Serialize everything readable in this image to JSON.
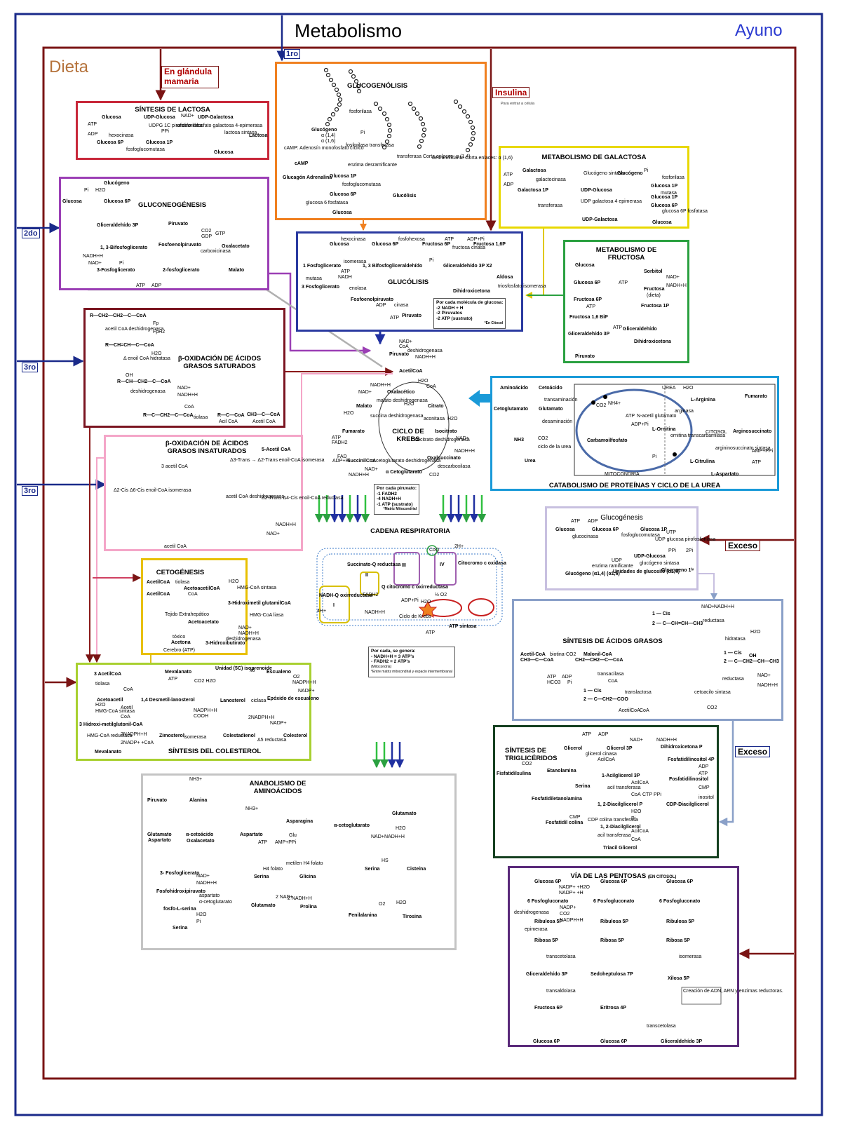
{
  "header": {
    "title": "Metabolismo",
    "diet_label": "Dieta",
    "fasting_label": "Ayuno",
    "colors": {
      "fasting_frame": "#1a2a8a",
      "diet_frame": "#7a1414",
      "diet_text": "#b5733c",
      "fasting_text": "#2a3ad0"
    }
  },
  "tags": {
    "mammary": "En glándula mamaria",
    "insulin": "Insulina",
    "insulin_note": "Para entrar a célula",
    "excess_1": "Exceso",
    "excess_2": "Exceso",
    "step_1": "1ro",
    "step_2": "2do",
    "step_3a": "3ro",
    "step_3b": "3ro"
  },
  "panels": {
    "lactose": {
      "title": "SÍNTESIS DE LACTOSA",
      "labels": [
        "Glucosa",
        "UDP-Glucosa",
        "UDP-Galactosa",
        "ATP",
        "ADP",
        "hexocinasa",
        "UDPG 1C pirofosforilasa",
        "PPi",
        "uridina difosfato galactosa 4-epimerasa",
        "Glucosa 6P",
        "Glucosa 1P",
        "fosfoglucomutasa",
        "lactosa sintasa",
        "Lactosa",
        "Glucosa",
        "NAD+"
      ]
    },
    "glycogenolysis": {
      "title": "GLUCOGENÓLISIS",
      "labels": [
        "fosforilasa",
        "Glucógeno",
        "α (1,4)",
        "α (1,6)",
        "Pi",
        "fosforilasa transferasa",
        "cAMP: Adenosín monofosfato cíclico",
        "transferasa Corta enlaces: α (1,4)",
        "desramificante Corta enlaces: α (1,6)",
        "cAMP",
        "enzima desramificante",
        "Glucagón Adrenalina",
        "Glucosa 1P",
        "fosfoglucomutasa",
        "Glucosa 6P",
        "Glucólisis",
        "glucosa 6 fosfatasa",
        "Glucosa"
      ]
    },
    "galactose": {
      "title": "METABOLISMO DE GALACTOSA",
      "labels": [
        "Galactosa",
        "ATP",
        "galactocinasa",
        "ADP",
        "Galactosa 1P",
        "Glucógeno sintasa",
        "Glucógeno",
        "Pi",
        "fosforilasa",
        "Glucosa 1P",
        "UDP-Glucosa",
        "UDP galactosa 4 epimerasa",
        "transferasa",
        "Glucosa 1P",
        "mutasa",
        "Glucosa 6P",
        "glucosa 6P fosfatasa",
        "UDP-Galactosa",
        "Glucosa"
      ]
    },
    "gluconeogenesis": {
      "title": "GLUCONEOGÉNESIS",
      "labels": [
        "Glucógeno",
        "Glucosa",
        "Pi",
        "H2O",
        "Glucosa 6P",
        "Gliceraldehído 3P",
        "Piruvato",
        "CO2",
        "GTP",
        "GDP",
        "1, 3-Bifosfoglicerato",
        "Fosfoenolpiruvato",
        "Oxalacetato",
        "carboxicinasa",
        "NADH+H",
        "NAD+",
        "Pi",
        "3-Fosfoglicerato",
        "2-fosfoglicerato",
        "Malato",
        "ATP",
        "ADP"
      ]
    },
    "glycolysis": {
      "title": "GLUCÓLISIS",
      "labels": [
        "hexocinasa",
        "Glucosa",
        "Glucosa 6P",
        "fosfohexosa",
        "Fructosa 6P",
        "Fructosa 1,6P",
        "ATP",
        "ADP+Pi",
        "fructosa cinasa",
        "isomerasa",
        "1 Fosfoglicerato",
        "1, 3 Bifosfogliceraldehído",
        "Gliceraldehído 3P X2",
        "Pi",
        "ATP",
        "NADH",
        "Aldosa",
        "triosfosfato isomerasa",
        "mutasa",
        "3 Fosfoglicerato",
        "enolasa",
        "Dihidroxicetona",
        "Fosfoenolpiruvato",
        "ADP",
        "cinasa",
        "ATP",
        "Piruvato"
      ],
      "note": [
        "Por cada molécula de glucosa:",
        "-2 NADH + H",
        "-2 Piruvatos",
        "-2 ATP (sustrato)",
        "*En Citosol"
      ]
    },
    "fructose": {
      "title": "METABOLISMO DE FRUCTOSA",
      "labels": [
        "Glucosa",
        "Sorbitol",
        "NAD+",
        "NADH+H",
        "Glucosa 6P",
        "ATP",
        "Fructosa",
        "(dieta)",
        "Fructosa 6P",
        "ATP",
        "Fructosa 1P",
        "Fructosa 1,6 BiP",
        "ATP",
        "Gliceraldehído",
        "Gliceraldehído 3P",
        "Dihidroxicetona",
        "Piruvato"
      ]
    },
    "beta_ox_sat": {
      "title": "β-OXIDACIÓN DE ÁCIDOS GRASOS SATURADOS",
      "labels": [
        "R—CH2—CH2—C—CoA",
        "acetil CoA deshidrogenasa",
        "Fp",
        "FpH2",
        "R—CH=CH—C—CoA",
        "H2O",
        "Δ enoil CoA hidratasa",
        "OH",
        "R—CH—CH2—C—CoA",
        "NAD+",
        "deshidrogenasa",
        "NADH+H",
        "CoA",
        "R—C—CH2—C—CoA",
        "tiolasa",
        "R—C—CoA",
        "Acil CoA",
        "CH3—C—CoA",
        "Acetil CoA"
      ]
    },
    "krebs": {
      "title": "CICLO DE KREBS",
      "labels": [
        "Piruvato",
        "NAD+",
        "CoA",
        "deshidrogenasa",
        "NADH+H",
        "AcetilCoA",
        "NADH+H",
        "NAD+",
        "H2O",
        "CoA",
        "Oxalacético",
        "malato deshidrogenasa",
        "H2O",
        "Citrato",
        "Malato",
        "H2O",
        "succina deshidrogenasa",
        "aconitasa",
        "H2O",
        "Fumarato",
        "Isocitrato",
        "ATP",
        "FADH2",
        "isocitrato deshidrogenasa",
        "NAD+",
        "NADH+H",
        "FAD",
        "ADP+Pi",
        "SuccinilCoA",
        "α cetoglutarato deshidrogenasa",
        "Oxalsuccinato",
        "NADH+H",
        "NAD+",
        "α Cetoglutarato",
        "CO2",
        "descarboxilasa"
      ],
      "note": [
        "Por cada piruvato:",
        "-1 FADH2",
        "-4 NADH+H",
        "-1 ATP (sustrato)",
        "*Matriz Mitocondrial"
      ]
    },
    "urea": {
      "title": "CATABOLISMO DE PROTEÍNAS Y CICLO DE LA UREA",
      "labels": [
        "Aminoácido",
        "Cetoácido",
        "transaminación",
        "Cetoglutamato",
        "Glutamato",
        "desaminación",
        "NH3",
        "CO2",
        "ciclo de la urea",
        "Urea",
        "UREA",
        "H2O",
        "Fumarato",
        "L-Arginina",
        "arginasa",
        "CO2",
        "NH4+",
        "ATP",
        "N-acetil glutamato",
        "ADP+Pi",
        "L-Ornitina",
        "ornitina transcarbamilasa",
        "CITOSOL",
        "Arginosuccinato",
        "Carbamoilfosfato",
        "argininosuccinato sintasa",
        "AMP+PPi",
        "Pi",
        "L-Citrulina",
        "ATP",
        "MITOCONDRIA",
        "L-Aspartato"
      ]
    },
    "beta_ox_insat": {
      "title": "β-OXIDACIÓN DE ÁCIDOS GRASOS INSATURADOS",
      "labels": [
        "5-Acetil CoA",
        "Δ3-Trans → Δ2-Trans enoil-CoA isomerasa",
        "3 acetil CoA",
        "Δ2-Cis Δ6-Cis enoil-CoA isomerasa",
        "acetil CoA deshidrogenasa",
        "Δ2-Trans Δ4-Cis enoil-CoA reductasa",
        "NADH+H",
        "NAD+",
        "acetil CoA"
      ]
    },
    "respiratory": {
      "title": "CADENA RESPIRATORIA",
      "labels": [
        "Succinato-Q reductasa",
        "II",
        "III",
        "IV",
        "Citocromo c oxidasa",
        "CoQ",
        "Q citocromo c oxirreductasa",
        "FADH2",
        "½ O2",
        "H2O",
        "NADH-Q oxirreductasa",
        "I",
        "ADP+Pi",
        "NADH+H",
        "Ciclo de Krebs",
        "ATP",
        "ATP sintasa",
        "4H+",
        "2H+"
      ],
      "note": [
        "Por cada, se genera:",
        "- NADH+H = 3 ATP's",
        "- FADH2 = 2 ATP's",
        "(Mitocondria)",
        "*Entre matriz mitocondrial y espacio intermembranal"
      ]
    },
    "glycogenesis": {
      "title": "Glucogénesis",
      "labels": [
        "ATP",
        "ADP",
        "Glucosa",
        "Glucosa 6P",
        "Glucosa 1P",
        "glucocinasa",
        "fosfoglucomutasa",
        "UTP",
        "UDP glucosa pirofosforilasa",
        "PPi",
        "2Pi",
        "UDP",
        "UDP-Glucosa",
        "enzima ramificante",
        "glucógeno sintasa",
        "Glucógeno (α1,4) (α1,6)",
        "Unidades de glucosilo (α1,4)",
        "Glucogeno 1ᴵᵛ"
      ]
    },
    "ketogenesis": {
      "title": "CETOGÉNESIS",
      "labels": [
        "AcetilCoA",
        "tiolasa",
        "AcetoacetilCoA",
        "AcetilCoA",
        "CoA",
        "H2O",
        "HMG-CoA sintasa",
        "3-Hidroximetil glutamilCoA",
        "HMG-CoA liasa",
        "Tejido Extrahepático",
        "Acetoacetato",
        "NAD+",
        "NADH+H",
        "deshidrogenasa",
        "tóxico",
        "Acetona",
        "3-Hidroxibutirato",
        "Cerebro (ATP)"
      ]
    },
    "fatty_synth": {
      "title": "SÍNTESIS DE ÁCIDOS GRASOS",
      "labels": [
        "NAD+",
        "NADH+H",
        "reductasa",
        "1 — Cis",
        "2 — C—CH=CH—CH3",
        "hidratasa",
        "H2O",
        "Acetil-CoA",
        "biotina-CO2",
        "Malonil-CoA",
        "CH3—C—CoA",
        "CH2—CH2—C—CoA",
        "ATP",
        "ADP",
        "HCO3",
        "Pi",
        "transacilasa",
        "CoA",
        "1 — Cis",
        "2 — C—CH2—COO",
        "translactosa",
        "AcetilCoA",
        "CoA",
        "cetoacilo sintasa",
        "CO2",
        "1 — Cis",
        "OH",
        "2 — C—CH2—CH—CH3",
        "reductasa",
        "NAD+",
        "NADH+H"
      ]
    },
    "cholesterol": {
      "title": "SÍNTESIS DEL COLESTEROL",
      "labels": [
        "3 AcetilCoA",
        "tiolasa",
        "CoA",
        "Acetoacetil",
        "H2O",
        "HMG-CoA sintasa",
        "Acetil",
        "CoA",
        "3 Hidroxi-metilglutonil-CoA",
        "HMG-CoA reductasa",
        "2NADPH+H",
        "2NADP+ +CoA",
        "Mevalanato",
        "Mevalanato",
        "ATP",
        "CO2 H2O",
        "Unidad (5C) isoprenoide",
        "x6",
        "Escualeno",
        "O2",
        "NADPH+H",
        "NADP+",
        "1,4 Desmetil-lanosterol",
        "ciclasa",
        "Lanosterol",
        "Epóxido de escualeno",
        "NADPH+H",
        "COOH",
        "Zimosterol",
        "isomerasa",
        "Colestadienol",
        "Δ5 reductasa",
        "2NADPH+H",
        "NADP+",
        "Colesterol"
      ]
    },
    "triglycerides": {
      "title": "SÍNTESIS DE TRIGLICÉRIDOS",
      "labels": [
        "ATP",
        "ADP",
        "Glicerol",
        "glicerol cinasa",
        "Glicerol 3P",
        "NAD+",
        "NADH+H",
        "Dihidroxicetona P",
        "CO2",
        "Fisfatidilsulina",
        "AcilCoA",
        "Fosfatidilinositol 4P",
        "Etanolamina",
        "1-Acilglicerol 3P",
        "ADP",
        "Serina",
        "AcilCoA",
        "ATP",
        "Fosfatidilinositol",
        "acil transferasa",
        "CoA",
        "CTP",
        "PPi",
        "CMP",
        "Fosfatidiletanolamina",
        "1, 2-Diacilglicerol P",
        "CDP-Diacilglicerol",
        "inositol",
        "H2O",
        "Pi",
        "CMP",
        "Fosfatidil colina",
        "CDP colina transferasa",
        "1, 2-Diacilglicerol",
        "acil transferasa",
        "AcilCoA",
        "CoA",
        "Triacil Glicerol"
      ]
    },
    "amino_anabolism": {
      "title": "ANABOLISMO DE AMINOÁCIDOS",
      "labels": [
        "Piruvato",
        "Alanina",
        "NH3+",
        "NH3+",
        "Glutamato",
        "Aspartato",
        "α-cetoácido",
        "Oxalacetato",
        "Asparagina",
        "Aspartato",
        "ATP",
        "AMP+PPi",
        "Glu",
        "α-cetoglutarato",
        "NAD+",
        "NADH+H",
        "H2O",
        "Glutamato",
        "3- Fosfoglicerato",
        "NAD+",
        "NADH+H",
        "Fosfohidroxipiruvato",
        "aspartato",
        "α-cetoglutarato",
        "fosfo-L-serina",
        "H2O",
        "Pi",
        "Serina",
        "H4 folato",
        "metilen H4 folato",
        "Serina",
        "Glicina",
        "HS",
        "Serina",
        "Cisteína",
        "2 NAD+",
        "2 NADH+H",
        "Glutamato",
        "Prolina",
        "O2",
        "H2O",
        "Fenilalanina",
        "Tirosina"
      ]
    },
    "pentoses": {
      "title": "VÍA DE LAS PENTOSAS",
      "subtitle": "(EN CITOSOL)",
      "labels": [
        "Glucosa 6P",
        "NADP+ +H2O",
        "NADP+ +H",
        "6 Fosfogluconato",
        "deshidrogenasa",
        "NADP+",
        "CO2",
        "NADPH+H",
        "Ribulosa 5P",
        "epimerasa",
        "Ribosa 5P",
        "Glucosa 6P",
        "6 Fosfogluconato",
        "Ribulosa 5P",
        "Ribosa 5P",
        "Glucosa 6P",
        "6 Fosfogluconato",
        "Ribulosa 5P",
        "Ribosa 5P",
        "isomerasa",
        "transcetolasa",
        "Gliceraldehído 3P",
        "Sedoheptulosa 7P",
        "Xilosa 5P",
        "transaldolasa",
        "Creación de ADN, ARN y enzimas reductoras.",
        "Fructosa 6P",
        "Eritrosa 4P",
        "transcetolasa",
        "Glucosa 6P",
        "Glucosa 6P",
        "Gliceraldehído 3P"
      ]
    }
  }
}
